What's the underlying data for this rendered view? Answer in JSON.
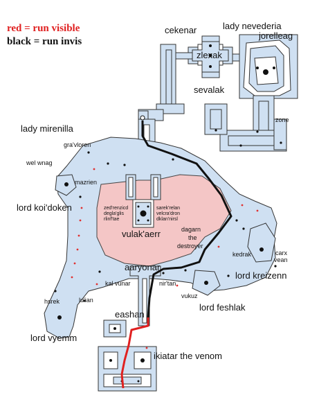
{
  "legend": {
    "red_line": "red = run visible",
    "black_line": "black = run invis"
  },
  "colors": {
    "water": "#cfe0f2",
    "throne_area": "#f4c6c6",
    "visible_route": "#e02020",
    "invisible_route": "#111111"
  },
  "labels": {
    "cekenar": "cekenar",
    "zlexak": "zlexak",
    "sevalak": "sevalak",
    "lady_nevederia": "lady nevederia",
    "jorelleag": "jorelleag",
    "zone": "zone",
    "lady_mirenilla": "lady mirenilla",
    "gravloren": "gra'vloren",
    "wel_wnag": "wel wnag",
    "mazrien": "mazrien",
    "lord_koidoken": "lord koi'doken",
    "zed_line1": "zed'renzicd",
    "zed_line2": "degla'glis",
    "zed_line3": "rlinf'tae",
    "sarek_line1": "sarek'relan",
    "sarek_line2": "velcra'dron",
    "sarek_line3": "dklan'nirsl",
    "vulakaerr": "vulak'aerr",
    "dagarn_line1": "dagarn",
    "dagarn_line2": "the",
    "dagarn_line3": "destroyer",
    "kedrak": "kedrak",
    "carx_line1": "carx",
    "carx_line2": "vean",
    "lord_kreizenn": "lord kreizenn",
    "aaryonar": "aaryonar",
    "kal_vunar": "kal vunar",
    "nirtan": "nir'tan",
    "vukuz": "vukuz",
    "lord_feshlak": "lord feshlak",
    "hsrek": "hsrek",
    "luian": "lu'ian",
    "eashan": "eashan",
    "lord_vyemm": "lord vyemm",
    "ikiatar": "ikiatar the venom"
  }
}
